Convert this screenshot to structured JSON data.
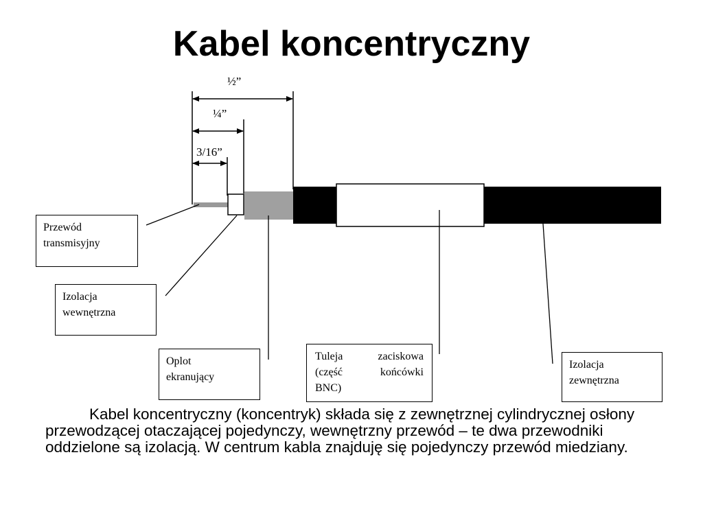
{
  "title": "Kabel koncentryczny",
  "dimensions": {
    "half_inch": "½”",
    "quarter_inch": "¼”",
    "three_sixteenths": "3/16”"
  },
  "callouts": {
    "transmission_wire": [
      "Przewód",
      "transmisyjny"
    ],
    "inner_insulation": [
      "Izolacja",
      "wewnętrzna"
    ],
    "shield_braid": [
      "Oplot",
      "ekranujący"
    ],
    "crimp_sleeve": [
      "Tuleja zaciskowa",
      "(część końcówki",
      "BNC)"
    ],
    "outer_insulation": [
      "Izolacja",
      "zewnętrzna"
    ]
  },
  "caption": "Kabel koncentryczny (koncentryk) składa się z zewnętrznej cylindrycznej osłony przewodzącej otaczającej pojedynczy, wewnętrzny przewód – te dwa przewodniki oddzielone są izolacją. W centrum kabla znajduję się pojedynczy przewód miedziany.",
  "colors": {
    "wire": "#999999",
    "braid": "#a0a0a0",
    "jacket": "#000000",
    "sleeve": "#ffffff"
  }
}
